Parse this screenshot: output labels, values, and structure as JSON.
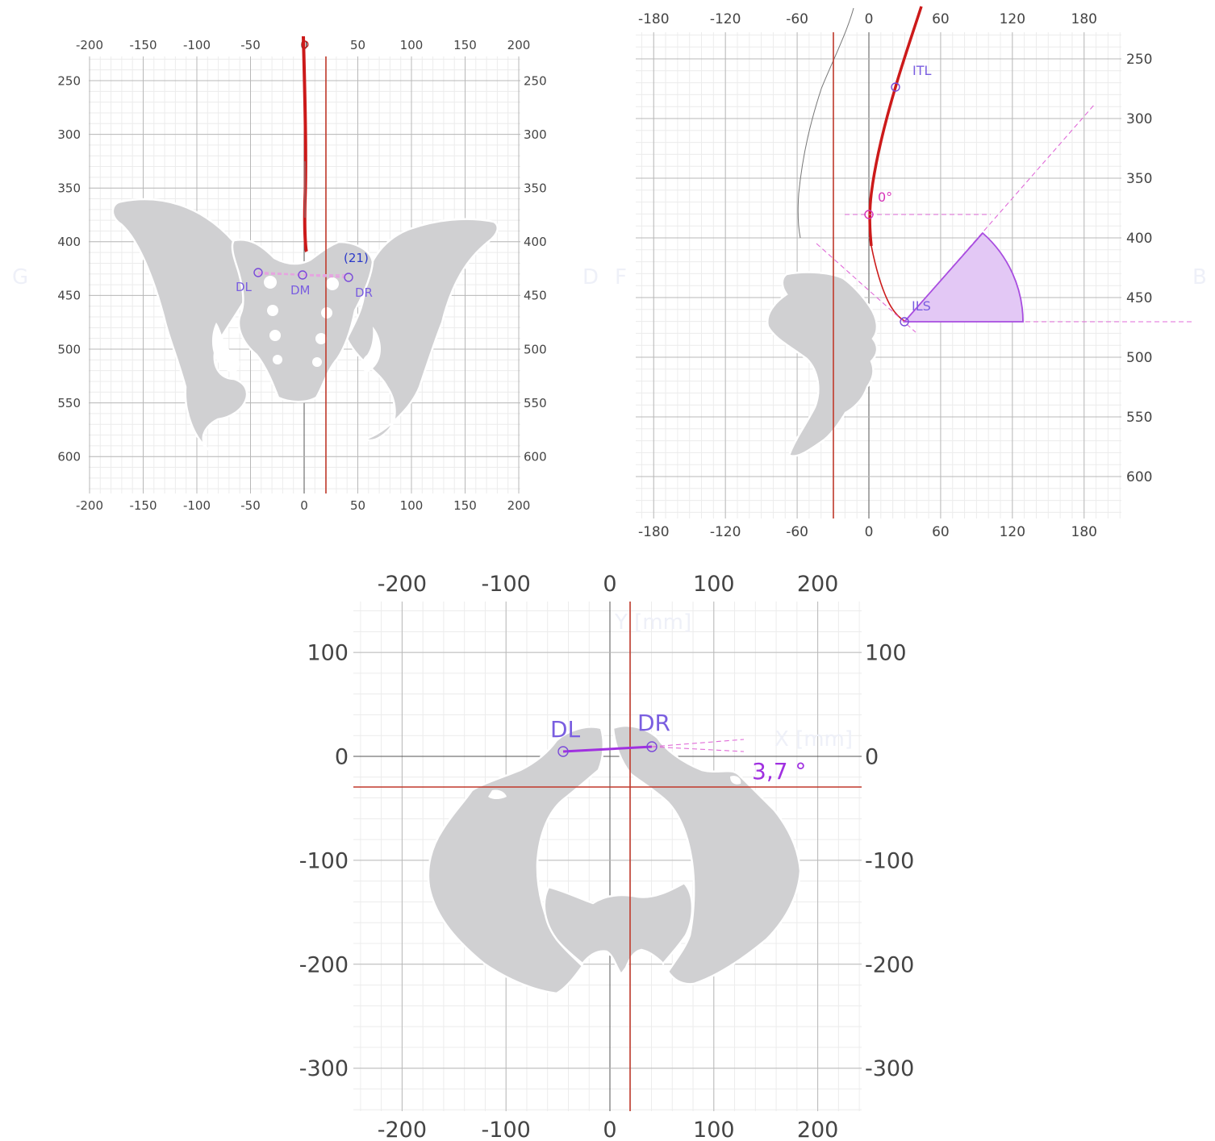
{
  "panels": {
    "frontal": {
      "x_ticks": [
        "-200",
        "-150",
        "-100",
        "-50",
        "0",
        "50",
        "100",
        "150",
        "200"
      ],
      "y_ticks": [
        "250",
        "300",
        "350",
        "400",
        "450",
        "500",
        "550",
        "600"
      ],
      "left_ghost": "G",
      "right_ghost": "D",
      "points": {
        "dl": "DL",
        "dm": "DM",
        "dr": "DR"
      },
      "offset_label": "(21)"
    },
    "sagittal": {
      "x_ticks": [
        "-180",
        "-120",
        "-60",
        "0",
        "60",
        "120",
        "180"
      ],
      "y_ticks": [
        "250",
        "300",
        "350",
        "400",
        "450",
        "500",
        "550",
        "600"
      ],
      "left_ghost": "F",
      "right_ghost": "B",
      "points": {
        "itl": "ITL",
        "zero": "0°",
        "ils": "ILS"
      }
    },
    "axial": {
      "x_ticks": [
        "-200",
        "-100",
        "0",
        "100",
        "200"
      ],
      "y_ticks": [
        "100",
        "0",
        "-100",
        "-200",
        "-300"
      ],
      "y_axis_label": "Y [mm]",
      "x_axis_label": "X [mm]",
      "points": {
        "dl": "DL",
        "dr": "DR"
      },
      "angle_label": "3,7 °"
    }
  },
  "colors": {
    "plumb_line": "#c0392b",
    "spine": "#cc1a1a",
    "points": "#7a4ad9",
    "angle_fill": "#e3c8f5",
    "dashed": "#e06bd8",
    "bone": "#d0d0d2"
  }
}
